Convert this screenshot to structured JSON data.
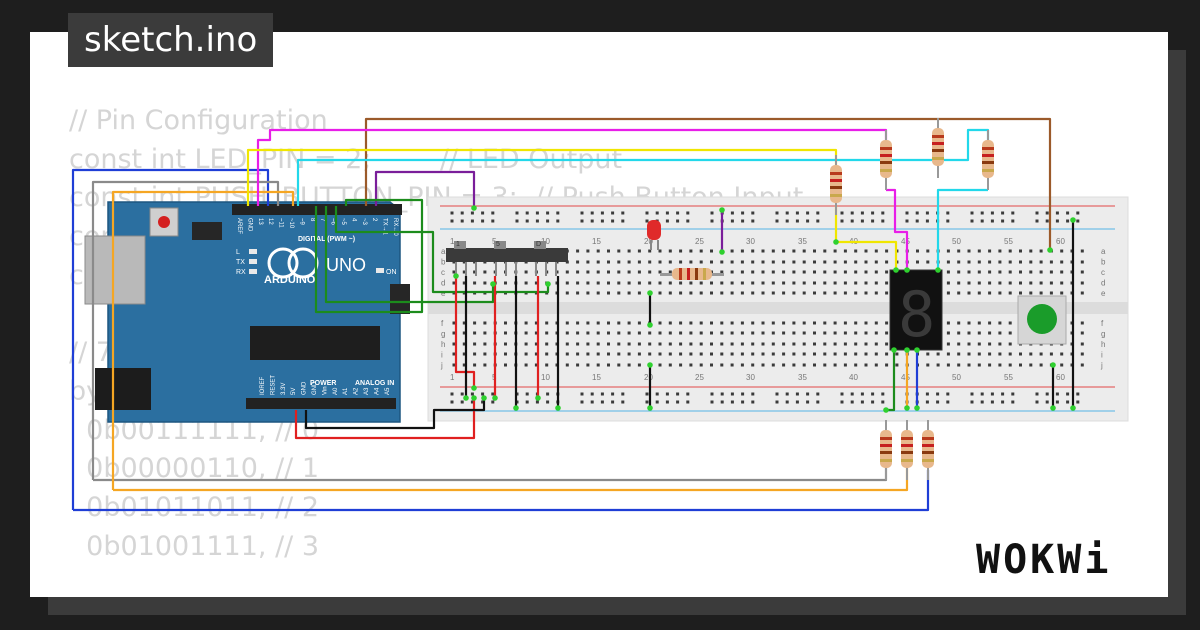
{
  "file_tab": {
    "label": "sketch.ino"
  },
  "code_lines": [
    "// Pin Configuration",
    "const int LED_PIN = 2;        // LED Output",
    "const int PUSH_BUTTON_PIN = 3;  // Push Button Input",
    "cons",
    "con",
    "",
    "// 7-S",
    "byte",
    "  0b00111111, // 0",
    "  0b00000110, // 1",
    "  0b01011011, // 2",
    "  0b01001111, // 3"
  ],
  "arduino": {
    "brand": "ARDUINO",
    "model": "UNO",
    "digital_label": "DIGITAL (PWM ~)",
    "power_label": "POWER",
    "analog_label": "ANALOG IN",
    "on_label": "ON",
    "led_labels": [
      "L",
      "TX",
      "RX"
    ],
    "top_pins": [
      "AREF",
      "GND",
      "13",
      "12",
      "~11",
      "~10",
      "~9",
      "8",
      "7",
      "~6",
      "~5",
      "4",
      "~3",
      "2",
      "TX→1",
      "RX←0"
    ],
    "bottom_pins": [
      "IOREF",
      "RESET",
      "3.3V",
      "5V",
      "GND",
      "GND",
      "Vin",
      "A0",
      "A1",
      "A2",
      "A3",
      "A4",
      "A5"
    ]
  },
  "breadboard": {
    "column_labels": [
      "1",
      "5",
      "10",
      "15",
      "20",
      "25",
      "30",
      "35",
      "40",
      "45",
      "50",
      "55",
      "60"
    ],
    "row_labels_top": [
      "a",
      "b",
      "c",
      "d",
      "e"
    ],
    "row_labels_bottom": [
      "f",
      "g",
      "h",
      "i",
      "j"
    ]
  },
  "slide_switches": [
    "1",
    "5",
    "D"
  ],
  "seven_segment": {
    "digit": "8"
  },
  "wire_colors": {
    "blue": "#1f3ed6",
    "gray": "#8a8a8a",
    "orange": "#f5a623",
    "brown": "#9b5a2a",
    "yellow": "#f0e600",
    "magenta": "#e81ee8",
    "cyan": "#22d8ea",
    "green": "#1c8c1c",
    "purple": "#7a1e9a",
    "red": "#e02020",
    "black": "#111111"
  },
  "brand_logo": "WOKWi"
}
